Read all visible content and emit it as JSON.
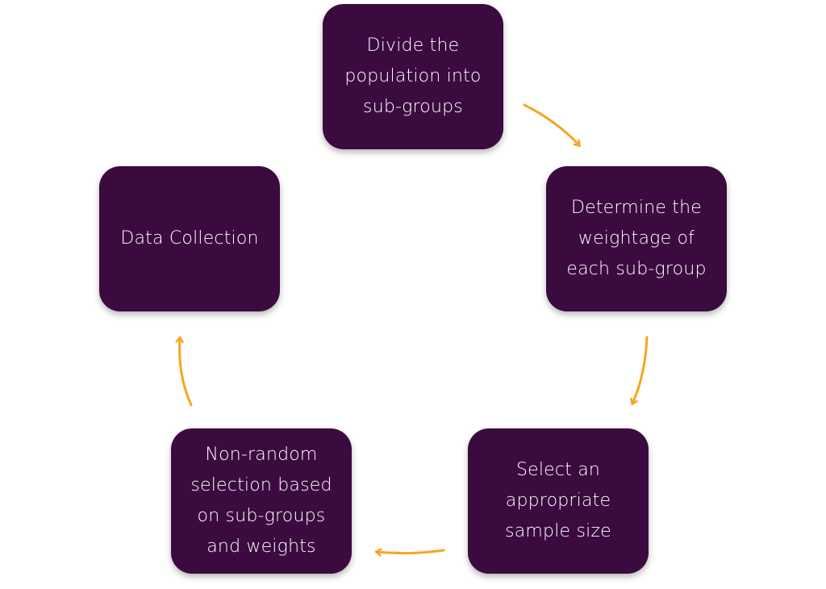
{
  "colors": {
    "node_fill": "#3b0a3f",
    "node_text": "#ffffff",
    "arrow": "#f5a623"
  },
  "cycle": {
    "nodes": [
      {
        "label": "Divide the\npopulation into\nsub-groups"
      },
      {
        "label": "Determine the\nweightage of\neach sub-group"
      },
      {
        "label": "Select an\nappropriate\nsample size"
      },
      {
        "label": "Non-random\nselection based\non sub-groups\nand weights"
      },
      {
        "label": "Data Collection"
      }
    ]
  }
}
